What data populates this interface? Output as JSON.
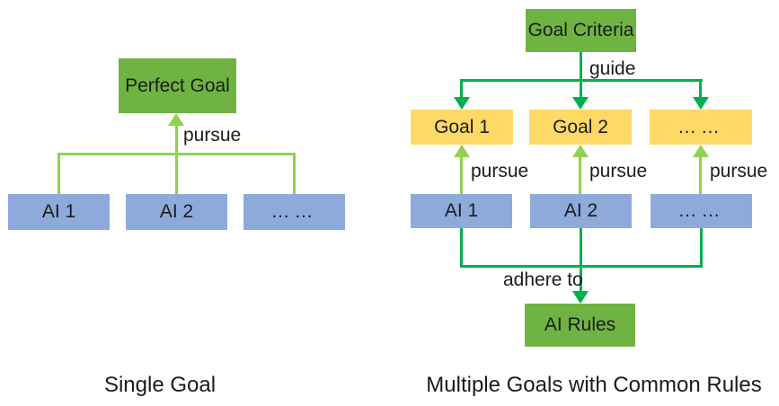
{
  "palette": {
    "background": "#FFFFFF",
    "green": "#6FB442",
    "light_green": "#92D050",
    "dark_green": "#00B050",
    "yellow": "#FFD966",
    "blue": "#8EAADB",
    "text": "#1B1B1B"
  },
  "left_diagram": {
    "caption": "Single Goal",
    "goal_box": "Perfect Goal",
    "pursue_label": "pursue",
    "agent_boxes": [
      "AI 1",
      "AI 2",
      "……"
    ]
  },
  "right_diagram": {
    "caption": "Multiple Goals with Common Rules",
    "criteria_box": "Goal Criteria",
    "guide_label": "guide",
    "goal_boxes": [
      "Goal 1",
      "Goal 2",
      "……"
    ],
    "pursue_labels": [
      "pursue",
      "pursue",
      "pursue"
    ],
    "agent_boxes": [
      "AI 1",
      "AI 2",
      "……"
    ],
    "adhere_label": "adhere to",
    "rules_box": "AI Rules"
  }
}
